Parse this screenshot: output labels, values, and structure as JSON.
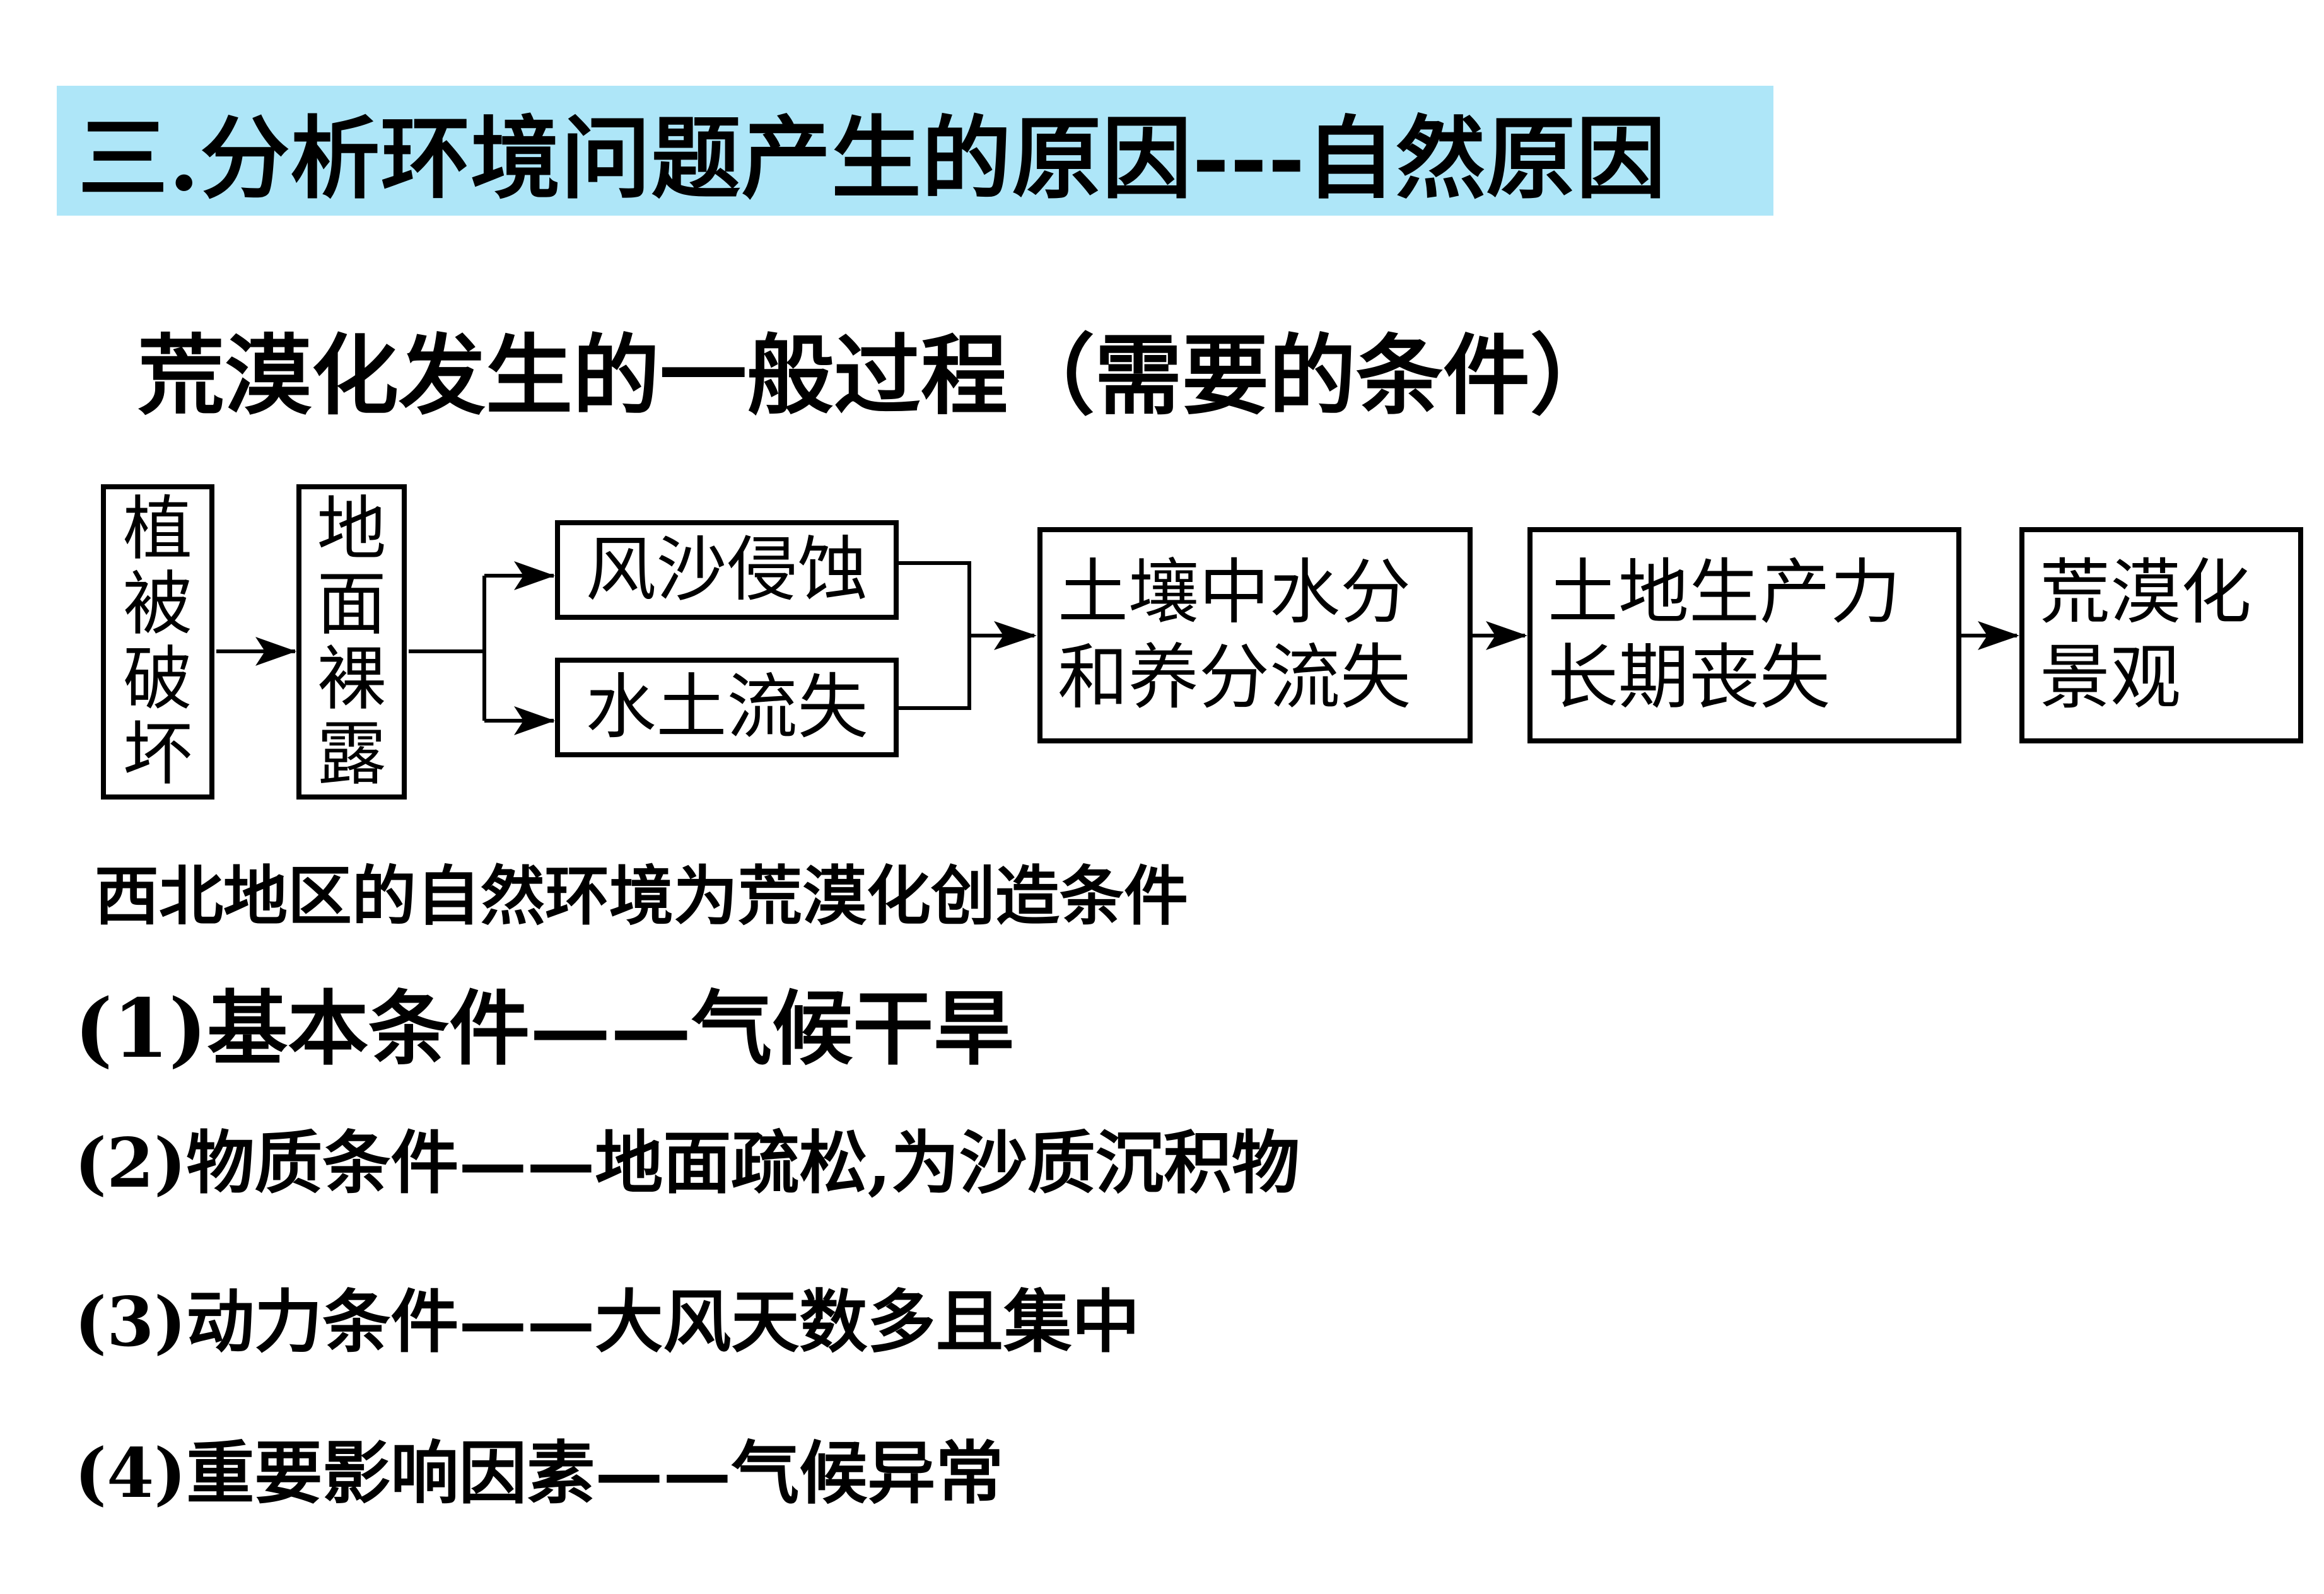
{
  "title": "三.分析环境问题产生的原因---自然原因",
  "subtitle": "荒漠化发生的一般过程（需要的条件）",
  "flow": {
    "box1": [
      "植",
      "被",
      "破",
      "坏"
    ],
    "box2": [
      "地",
      "面",
      "裸",
      "露"
    ],
    "box3": "风沙侵蚀",
    "box4": "水土流失",
    "box5": [
      "土壤中水分",
      "和养分流失"
    ],
    "box6": [
      "土地生产力",
      "长期丧失"
    ],
    "box7": [
      "荒漠化",
      "景观"
    ]
  },
  "conditions": {
    "intro": "西北地区的自然环境为荒漠化创造条件",
    "c1": "(1)基本条件——气候干旱",
    "c2": "(2)物质条件——地面疏松,为沙质沉积物",
    "c3": "(3)动力条件——大风天数多且集中",
    "c4": "(4)重要影响因素——气候异常"
  }
}
